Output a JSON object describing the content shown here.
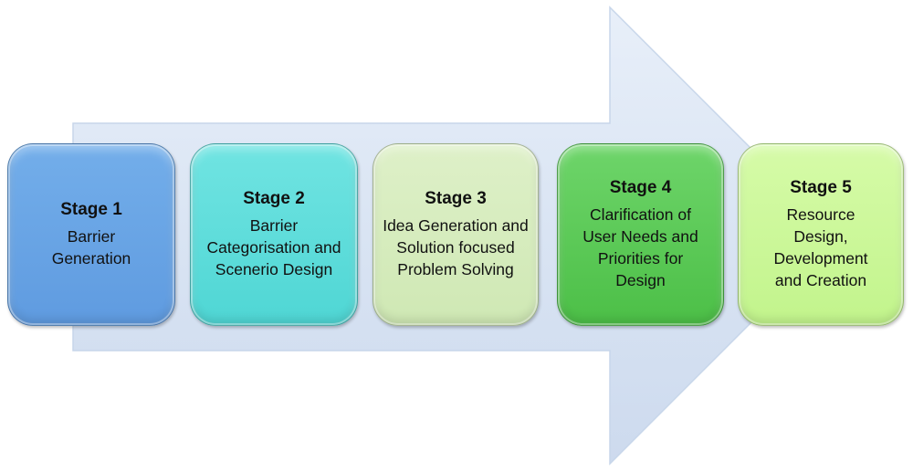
{
  "diagram": {
    "type": "process-arrow",
    "colors": {
      "arrow_fill": "#dbe6f5",
      "arrow_stroke": "#c7d6ea",
      "stage_1": "#6aa6e6",
      "stage_2": "#5ddcd9",
      "stage_3": "#d8edc0",
      "stage_4": "#5ccb57",
      "stage_5": "#ccf79a"
    },
    "stages": [
      {
        "title": "Stage 1",
        "description": "Barrier Generation"
      },
      {
        "title": "Stage 2",
        "description": "Barrier Categorisation and Scenerio Design"
      },
      {
        "title": "Stage 3",
        "description": "Idea Generation and Solution focused Problem Solving"
      },
      {
        "title": "Stage 4",
        "description": "Clarification of User Needs and Priorities for Design"
      },
      {
        "title": "Stage 5",
        "description": "Resource Design, Development and Creation"
      }
    ]
  }
}
